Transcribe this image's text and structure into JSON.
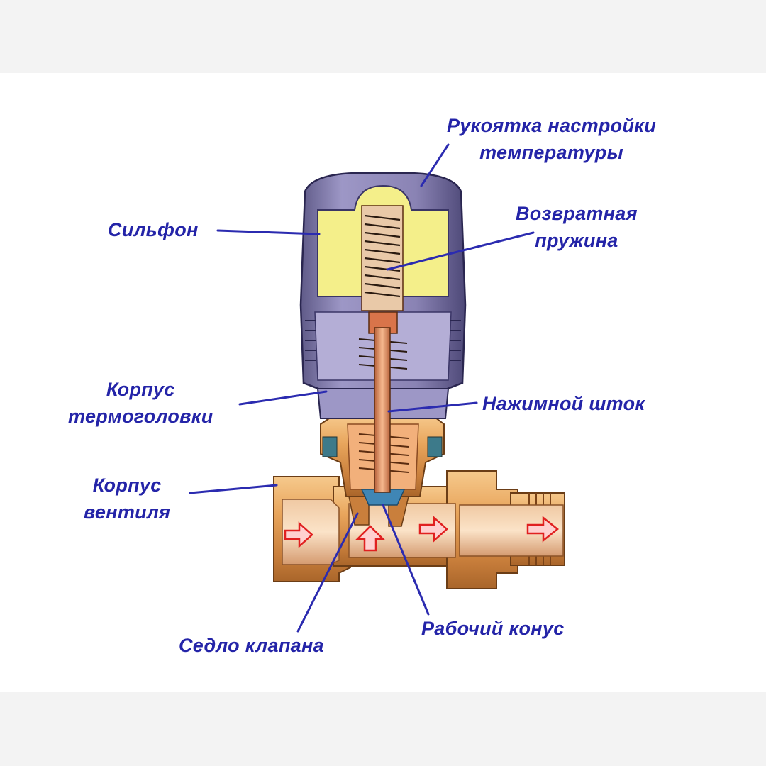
{
  "labels": {
    "handle": {
      "line1": "Рукоятка настройки",
      "line2": "температуры"
    },
    "bellows": {
      "line1": "Сильфон"
    },
    "spring": {
      "line1": "Возвратная",
      "line2": "пружина"
    },
    "head_body": {
      "line1": "Корпус",
      "line2": "термоголовки"
    },
    "stem": {
      "line1": "Нажимной шток"
    },
    "valve_body": {
      "line1": "Корпус",
      "line2": "вентиля"
    },
    "seat": {
      "line1": "Седло клапана"
    },
    "cone": {
      "line1": "Рабочий конус"
    }
  },
  "colors": {
    "label_text": "#2424a8",
    "leader_line": "#2b2bb0",
    "head_housing": "#8a83b4",
    "bellows_fill": "#f4ef8a",
    "brass": "#e29a4a",
    "copper": "#d9744a",
    "flow_arrow": "#e02020"
  }
}
